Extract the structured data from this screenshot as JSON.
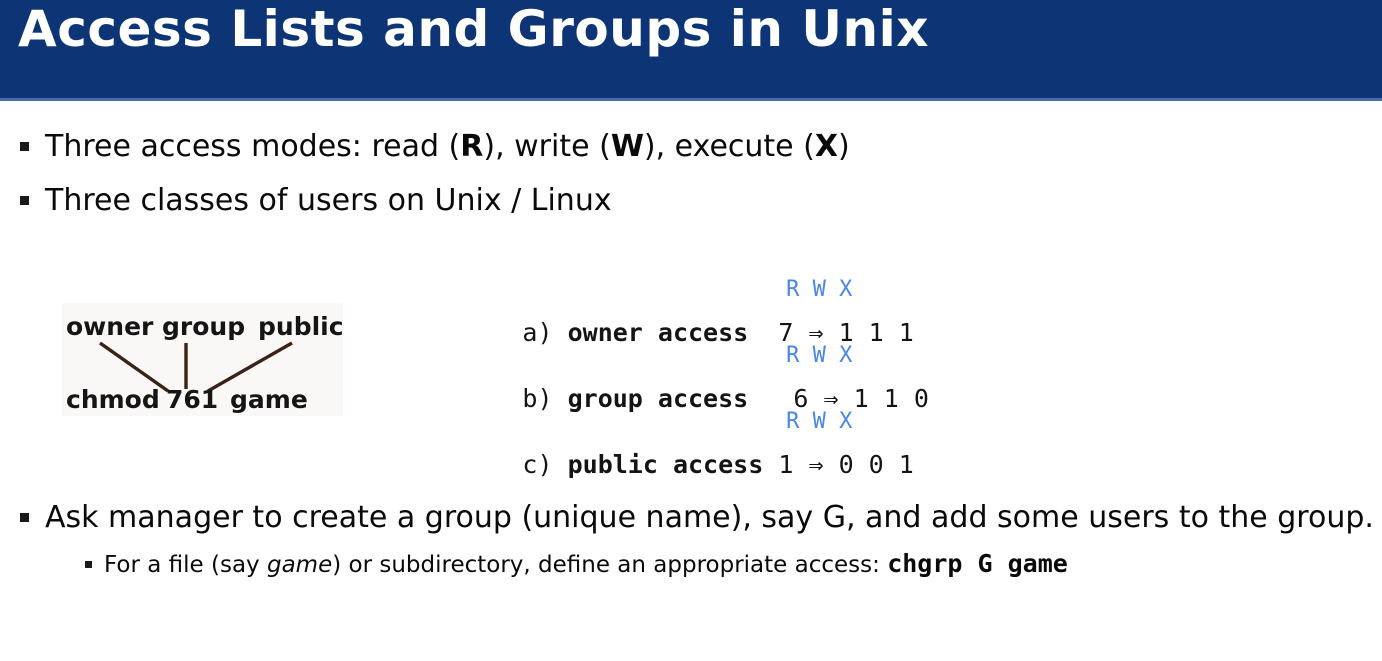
{
  "slide": {
    "title": "Access Lists and Groups in Unix",
    "title_bg": "#0d3575",
    "title_color": "#ffffff",
    "accent_blue": "#4a86e8",
    "background": "#ffffff"
  },
  "bullets": [
    {
      "level": 1,
      "marker": "square-bullet",
      "parts": [
        {
          "t": "Three access modes: read (",
          "style": "normal"
        },
        {
          "t": "R",
          "style": "bold"
        },
        {
          "t": "), write (",
          "style": "normal"
        },
        {
          "t": "W",
          "style": "bold"
        },
        {
          "t": "), execute (",
          "style": "normal"
        },
        {
          "t": "X",
          "style": "bold"
        },
        {
          "t": ")",
          "style": "normal"
        }
      ],
      "plain": "Three access modes: read (R), write (W), execute (X)"
    },
    {
      "level": 1,
      "marker": "square-bullet",
      "plain": "Three classes of users on Unix / Linux"
    },
    {
      "level": 1,
      "marker": "square-bullet",
      "plain": "Ask manager to create a group (unique name), say G, and add some users to the group."
    },
    {
      "level": 2,
      "marker": "square-bullet",
      "parts": [
        {
          "t": "For a file (say ",
          "style": "normal"
        },
        {
          "t": "game",
          "style": "italic"
        },
        {
          "t": ") or subdirectory, define an appropriate access: ",
          "style": "normal"
        },
        {
          "t": "chgrp G game",
          "style": "mono-bold"
        }
      ],
      "plain": "For a file (say game) or subdirectory, define an appropriate access: chgrp G game"
    }
  ],
  "bullet_text": {
    "b1_pre": "Three access modes: read (",
    "b1_r": "R",
    "b1_mid1": "), write (",
    "b1_w": "W",
    "b1_mid2": "), execute (",
    "b1_x": "X",
    "b1_end": ")",
    "b2": "Three classes of users on Unix / Linux",
    "b3": "Ask manager to create a group (unique name), say G, and add some users to the group.",
    "b4_pre": "For a file (say ",
    "b4_italic": "game",
    "b4_mid": ") or subdirectory, define an appropriate access: ",
    "b4_code": "chgrp G game"
  },
  "chmod_figure": {
    "name": "chmod-761-diagram",
    "background": "#faf8f6",
    "line_color": "#3a2218",
    "labels_top": [
      "owner",
      "group",
      "public"
    ],
    "command_tokens": [
      "chmod",
      "761",
      "game"
    ],
    "command": "chmod 761 game",
    "connectors": [
      {
        "from": "owner",
        "to": "digit-7"
      },
      {
        "from": "group",
        "to": "digit-6"
      },
      {
        "from": "public",
        "to": "digit-1"
      }
    ]
  },
  "access_table": {
    "header_letters": "R W X",
    "arrow": "⇒",
    "rows": [
      {
        "label": "a)",
        "name": "owner access",
        "octal": "7",
        "arrow": "⇒",
        "bits": "1 1 1",
        "header": "R W X",
        "line": "a) owner access  7 ⇒ 1 1 1"
      },
      {
        "label": "b)",
        "name": "group access",
        "octal": "6",
        "arrow": "⇒",
        "bits": "1 1 0",
        "header": "R W X",
        "line": "b) group access  6 ⇒ 1 1 0"
      },
      {
        "label": "c)",
        "name": "public access",
        "octal": "1",
        "arrow": "⇒",
        "bits": "0 0 1",
        "header": "R W X",
        "line": "c) public access 1 ⇒ 0 0 1"
      }
    ]
  }
}
